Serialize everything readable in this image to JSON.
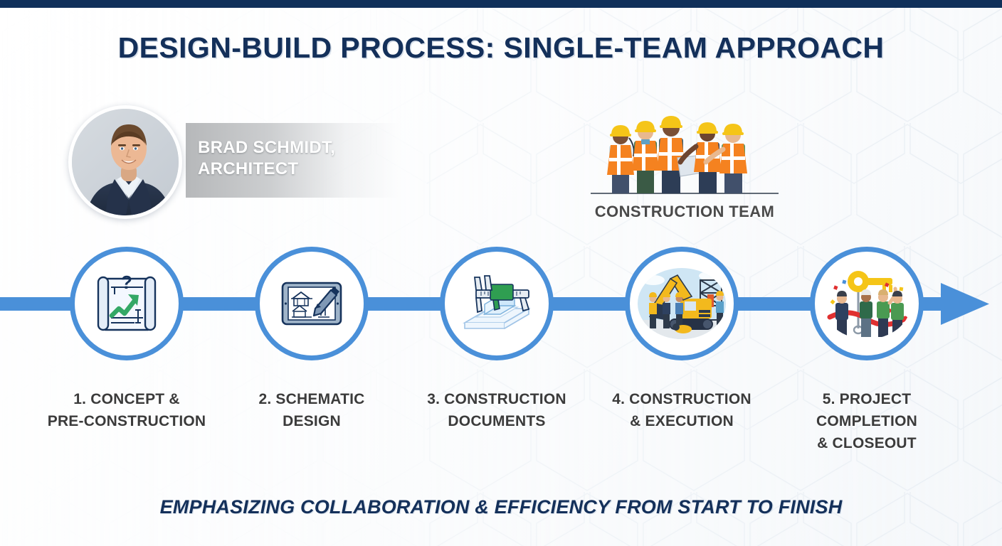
{
  "page": {
    "title": "DESIGN-BUILD PROCESS: SINGLE-TEAM APPROACH",
    "footer_tagline": "EMPHASIZING COLLABORATION & EFFICIENCY FROM START TO FINISH"
  },
  "colors": {
    "navy": "#14305a",
    "top_bar": "#10305a",
    "accent_blue": "#4a90d9",
    "label_gray": "#3b3b3b",
    "green": "#34a866",
    "hardhat_yellow": "#f5c518",
    "vest_orange": "#f07a21",
    "ribbon_red": "#e03030"
  },
  "architect": {
    "name_line_1": "BRAD SCHMIDT,",
    "name_line_2": "ARCHITECT",
    "photo_alt": "architect-portrait"
  },
  "construction_team": {
    "caption": "CONSTRUCTION TEAM",
    "worker_count": 5,
    "art_alt": "construction-team-illustration"
  },
  "timeline": {
    "arrow_direction": "right",
    "steps": [
      {
        "number": "1.",
        "label_line_1": "1. CONCEPT &",
        "label_line_2": "PRE-CONSTRUCTION",
        "icon": "blueprint-growth-chart-icon"
      },
      {
        "number": "2.",
        "label_line_1": "2. SCHEMATIC",
        "label_line_2": "DESIGN",
        "icon": "tablet-pencil-sketch-icon"
      },
      {
        "number": "3.",
        "label_line_1": "3. CONSTRUCTION",
        "label_line_2": "DOCUMENTS",
        "icon": "caliper-blueprint-model-icon"
      },
      {
        "number": "4.",
        "label_line_1": "4. CONSTRUCTION",
        "label_line_2": "& EXECUTION",
        "icon": "excavator-site-icon"
      },
      {
        "number": "5.",
        "label_line_1": "5. PROJECT",
        "label_line_2": "COMPLETION",
        "label_line_3": "& CLOSEOUT",
        "icon": "key-ribbon-cutting-icon"
      }
    ]
  }
}
